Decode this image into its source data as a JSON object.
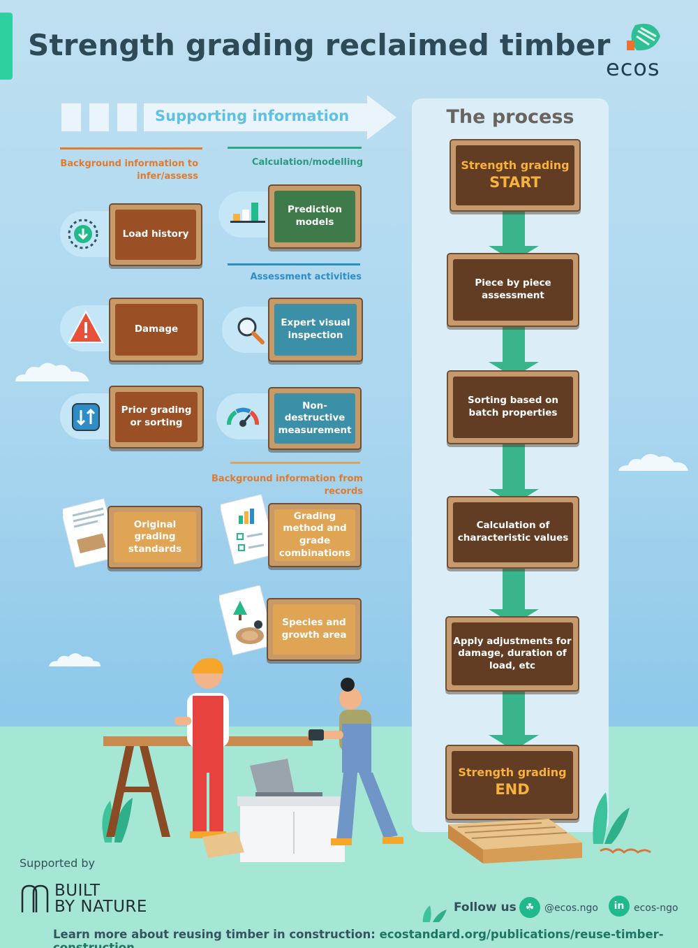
{
  "header": {
    "title": "Strength grading reclaimed timber",
    "logo_text": "ecos"
  },
  "supporting": {
    "banner": "Supporting information",
    "sections": {
      "background_assess": "Background information to infer/assess",
      "calc_model": "Calculation/modelling",
      "assessment": "Assessment activities",
      "records": "Background information from records"
    },
    "items": {
      "load_history": "Load history",
      "damage": "Damage",
      "prior_grading": "Prior grading or sorting",
      "prediction_models": "Prediction models",
      "expert_visual": "Expert visual inspection",
      "non_destructive": "Non-destructive measurement",
      "original_standards": "Original grading standards",
      "grading_method": "Grading method and grade combinations",
      "species": "Species and growth area"
    }
  },
  "process": {
    "title": "The process",
    "start_line1": "Strength grading",
    "start_line2": "START",
    "steps": [
      "Piece by piece assessment",
      "Sorting based on batch properties",
      "Calculation of characteristic values",
      "Apply adjustments for damage, duration of load, etc"
    ],
    "end_line1": "Strength grading",
    "end_line2": "END"
  },
  "footer": {
    "supported_by": "Supported by",
    "sponsor_line1": "BUILT",
    "sponsor_line2": "BY NATURE",
    "follow_us": "Follow us",
    "bluesky_handle": "@ecos.ngo",
    "linkedin_handle": "ecos-ngo",
    "learn_more": "Learn more about reusing timber in construction:",
    "url": "ecostandard.org/publications/reuse-timber-construction"
  },
  "colors": {
    "accent": "#2fd0a0",
    "title": "#2e4a57",
    "arrow": "#39b48b",
    "orange_section": "#e07a2e",
    "teal_section": "#2aa88a",
    "blue_section": "#2e8cc6",
    "records_section": "#e0a455"
  }
}
